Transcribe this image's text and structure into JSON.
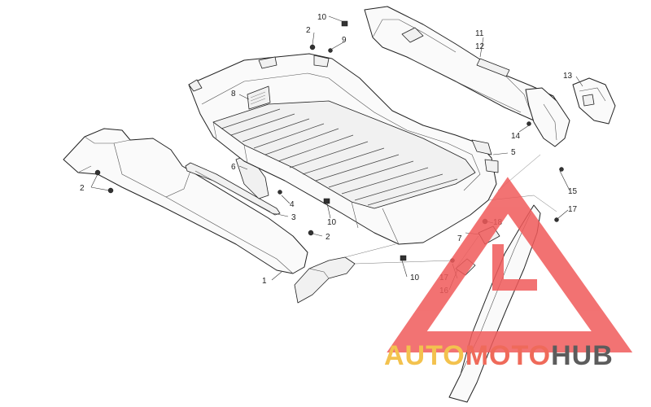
{
  "callouts": [
    {
      "id": "c10a",
      "label": "10"
    },
    {
      "id": "c2a",
      "label": "2"
    },
    {
      "id": "c9",
      "label": "9"
    },
    {
      "id": "c8",
      "label": "8"
    },
    {
      "id": "c11",
      "label": "11"
    },
    {
      "id": "c12",
      "label": "12"
    },
    {
      "id": "c13",
      "label": "13"
    },
    {
      "id": "c14",
      "label": "14"
    },
    {
      "id": "c5",
      "label": "5"
    },
    {
      "id": "c15",
      "label": "15"
    },
    {
      "id": "c17a",
      "label": "17"
    },
    {
      "id": "c18",
      "label": "18"
    },
    {
      "id": "c7",
      "label": "7"
    },
    {
      "id": "c17b",
      "label": "17"
    },
    {
      "id": "c16",
      "label": "16"
    },
    {
      "id": "c10b",
      "label": "10"
    },
    {
      "id": "c10c",
      "label": "10"
    },
    {
      "id": "c2b",
      "label": "2"
    },
    {
      "id": "c3",
      "label": "3"
    },
    {
      "id": "c4",
      "label": "4"
    },
    {
      "id": "c6",
      "label": "6"
    },
    {
      "id": "c2c",
      "label": "2"
    },
    {
      "id": "c1",
      "label": "1"
    }
  ],
  "watermark": {
    "part1": "AUTO",
    "part2": "MOTO",
    "part3": "HUB",
    "color_auto": "#f3c24e",
    "color_moto": "#ef6a5a",
    "color_hub": "#5c5c5c",
    "triangle_color": "#f05a5a"
  }
}
